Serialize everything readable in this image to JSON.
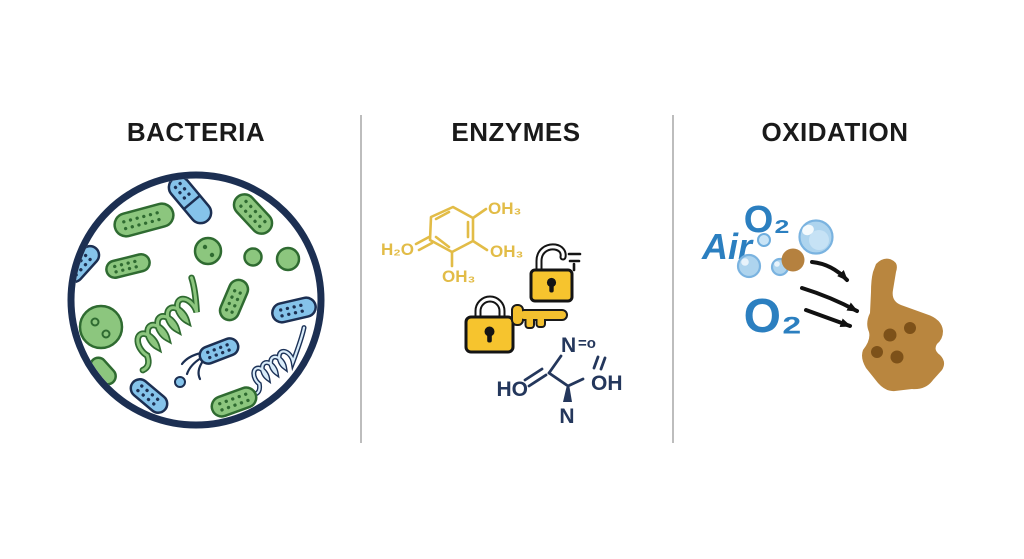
{
  "panels": {
    "bacteria": {
      "title": "BACTERIA"
    },
    "enzymes": {
      "title": "ENZYMES",
      "quinone_molecule": {
        "label_left": "H₂O",
        "label_top_right": "OH₃",
        "label_right": "OH₃",
        "label_bottom": "OH₃"
      },
      "amino_molecule": {
        "label_top_n": "N",
        "label_top_o": "=o",
        "label_left": "HO",
        "label_right": "OH",
        "label_bottom": "N"
      }
    },
    "oxidation": {
      "title": "OXIDATION",
      "label_o2_top": "O₂",
      "label_air": "Air",
      "label_o2_bottom": "O₂"
    }
  },
  "colors": {
    "title_black": "#1a1a1a",
    "divider_gray": "#bdbdbd",
    "bacteria_green": "#8cc67e",
    "bacteria_green_dark": "#2f6b31",
    "bacteria_blue": "#85c3ea",
    "dish_navy": "#1c2f52",
    "molecule_yellow": "#e2bc47",
    "lock_gold": "#f6c42e",
    "molecule_navy": "#24375c",
    "oxygen_blue": "#2b7fc0",
    "bubble_blue": "#aed4ee",
    "substrate_brown": "#b9863f",
    "substrate_spot_brown": "#7d5119",
    "arrow_black": "#111111"
  }
}
